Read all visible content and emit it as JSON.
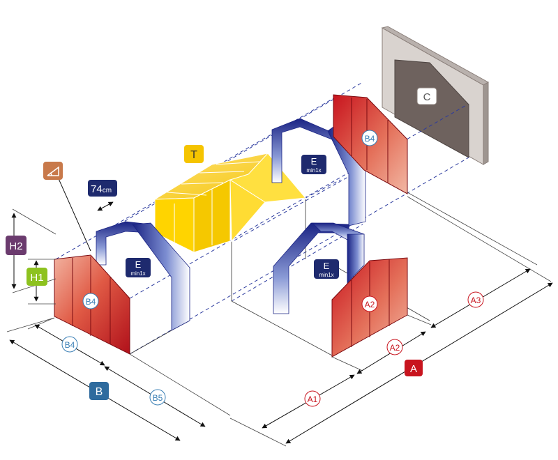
{
  "labels": {
    "c": "C",
    "t": "T",
    "b4_right": "B4",
    "b4_left": "B4",
    "b4_dim": "B4",
    "b5_dim": "B5",
    "b_total": "B",
    "a1_dim": "A1",
    "a2_dim": "A2",
    "a2_face": "A2",
    "a3_dim": "A3",
    "a_total": "A",
    "h1": "H1",
    "h2": "H2",
    "width_value": "74",
    "width_unit": "cm",
    "e_top": "E",
    "e_top_sub": "min1x",
    "e_left": "E",
    "e_left_sub": "min1x",
    "e_right": "E",
    "e_right_sub": "min1x"
  },
  "colors": {
    "wall_face": "#c8141e",
    "frame_blue": "#1e2a8c",
    "roof_yellow": "#ffd200",
    "end_wall_gray": "#7a6e6a",
    "badge_red": "#c8141e",
    "badge_blue": "#2e6b9e",
    "badge_navy": "#1e2a6e",
    "badge_yellow": "#f5c400",
    "badge_purple": "#6b3b6e",
    "badge_green": "#8dc21f",
    "badge_orange": "#c8794a",
    "circle_red": "#c8141e",
    "circle_blue": "#3a7fb5"
  },
  "icons": {
    "slope": "roof-slope-angle-icon"
  }
}
